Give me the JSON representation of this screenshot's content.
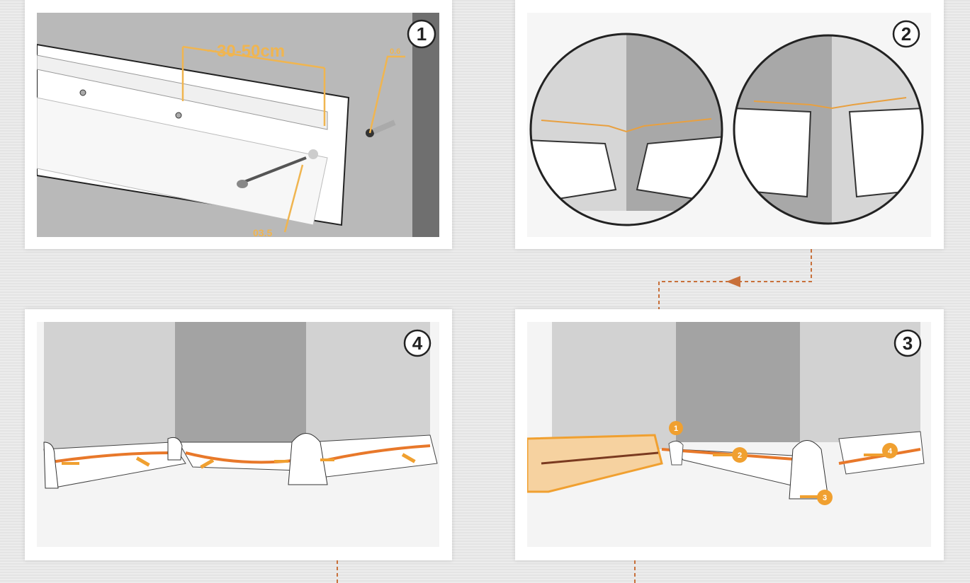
{
  "steps": [
    {
      "number": "1",
      "labels": {
        "spacing": "~30-50cm",
        "dowel": "0.6",
        "screw": "03.5"
      }
    },
    {
      "number": "2"
    },
    {
      "number": "3",
      "sub_steps": [
        "1",
        "2",
        "3",
        "4"
      ]
    },
    {
      "number": "4"
    }
  ],
  "colors": {
    "accent": "#f0a030",
    "connector": "#c8703a",
    "wall_dark": "#a3a3a3",
    "wall_light": "#d2d2d2"
  }
}
